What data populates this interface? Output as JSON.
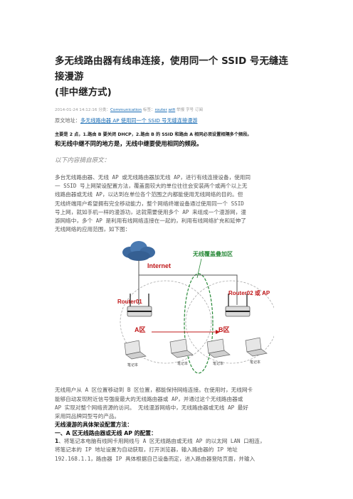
{
  "article": {
    "title_line1": "多无线路由器有线串连接，使用同一个 SSID 号无缝连接漫游",
    "title_line2": "(非中继方式)",
    "meta": {
      "date": "2014-01-24 14:12:16",
      "category_label": "分类：",
      "category": "Communication",
      "tag_label": "标签：",
      "tag1": "router",
      "tag2": "wifi",
      "extra": "举报 字号 订阅"
    },
    "source_label": "原文地址：",
    "source_title": "多无线路由器 AP 使用同一个 SSID 号无缝连接漫游",
    "main_point": "主要是 2 点，1.路由 B 要关闭 DHCP，2.路由 B 的 SSID 和路由 A 相同必须设置相隔多个频段。",
    "big_point": "和无线中继不同的地方是，无线中继要使用相同的频段。",
    "excerpt_label": "以下内容摘自原文：",
    "para1": [
      "多台无线路由器、无线 AP 或无线路由器加无线 AP，进行有线连接设备，使用同",
      "一 SSID 号上网架设配置方法，覆盖面较大的单位往往会安装两个或两个以上无",
      "线路由器或无线 AP，以达到在单位各个范围之内都能使用无线网络的目的。但",
      "无线终端用户希望拥有完全移动能力，整个网络终端设备通过使用同一个 SSID",
      "号上网，就如手机一样的漫游功，这就需要使用多个 AP 来组成一个漫游网，漫",
      "游网络中，多个 AP 是利用有线网络连接在一起的，利用有线网络扩充和延伸了",
      "无线网络的应用范围，如下图："
    ],
    "para2": [
      "无线用户从 A 区位置移动到 B 区位置，都能保持网络连接。在使用时，无线网卡",
      "能够自动发现附近信号强度最大的无线路由器或 AP，并通过这个无线路由器或",
      "AP 实现对整个网络资源的访问。 无线漫游网络中，无线路由器或无线 AP 最好",
      "采用同品牌同型号的产品。"
    ],
    "subhead1": "无线漫游的具体架设配置方法：",
    "subhead2": "一、A 区无线路由器或无线 AP 的配置：",
    "step1": [
      "、将笔记本电脑有线网卡用网线与 A 区无线路由或无线 AP 的以太网 LAN 口相连，",
      "将笔记本的 IP 地址设置为自动获取，打开浏览器，输入路由器的 IP 地址",
      "192.168.1.1，路由器 IP 具体根据自己设备而定，进入路由器登陆页面，并输入"
    ],
    "step1_num": "1"
  },
  "diagram": {
    "internet": "Internet",
    "overlap": "无线覆盖叠加区",
    "router1": "Router01",
    "router2": "Router02 或 AP",
    "zoneA": "A区",
    "zoneB": "B区",
    "laptop": "笔记本",
    "colors": {
      "red": "#c0181a",
      "green": "#2a8a3a",
      "cloud": "#3d6aa0"
    }
  }
}
